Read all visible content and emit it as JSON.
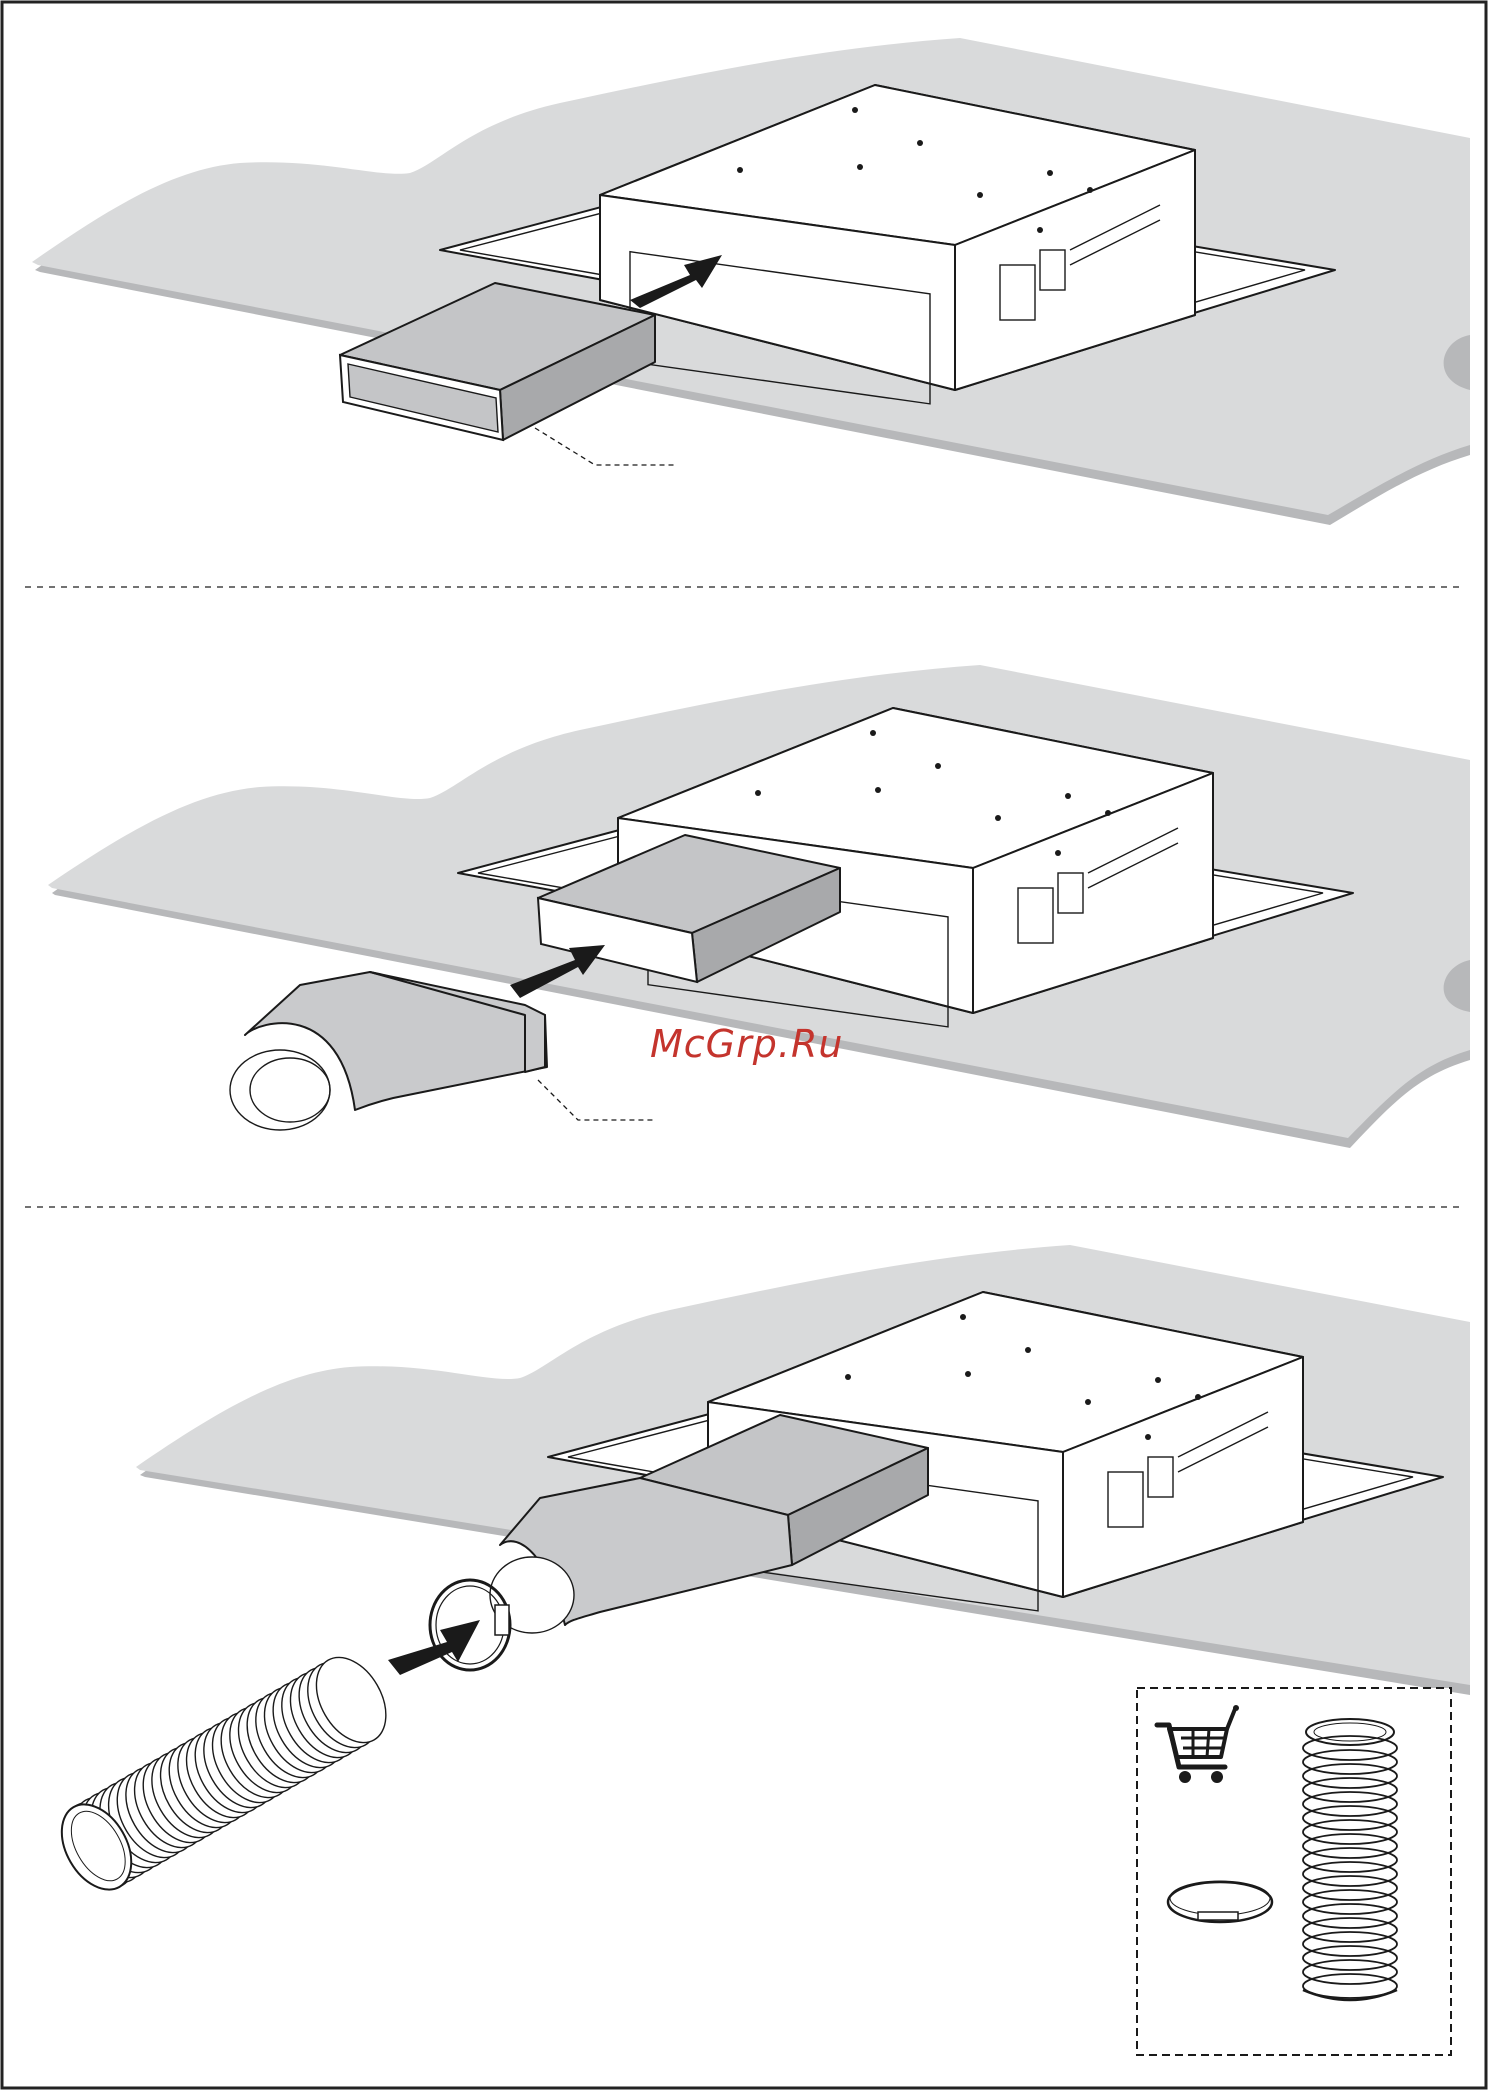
{
  "watermark": {
    "text": "McGrp.Ru",
    "color": "#c4342d"
  },
  "steps": [
    {
      "name": "step-1",
      "action": "insert-rectangular-duct"
    },
    {
      "name": "step-2",
      "action": "attach-round-adapter"
    },
    {
      "name": "step-3",
      "action": "attach-flexible-hose-with-clamp"
    }
  ],
  "accessories": {
    "icons": [
      "shopping-cart-icon",
      "hose-clamp-icon",
      "flexible-hose-icon"
    ]
  },
  "colors": {
    "counter": "#d9dadb",
    "duct": "#c4c5c7",
    "line": "#1a1a1a"
  }
}
